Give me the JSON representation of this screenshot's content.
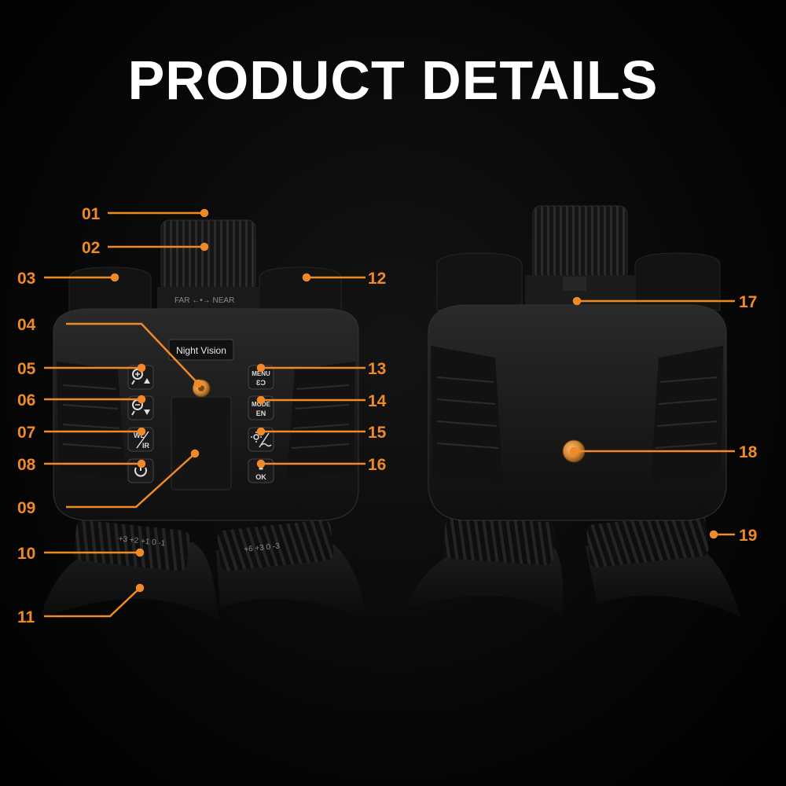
{
  "title": "PRODUCT DETAILS",
  "accent_color": "#f08a28",
  "front_view": {
    "label_plate": "Night Vision",
    "focus_scale": "FAR ←•→ NEAR",
    "buttons": {
      "zoom_in": {
        "icon": "zoom-in-icon"
      },
      "zoom_out": {
        "icon": "zoom-out-icon"
      },
      "wl_ir": {
        "top": "WL",
        "bottom": "IR"
      },
      "power": {
        "icon": "power-icon"
      },
      "menu": {
        "top": "MENU",
        "bottom": "ƐƆ"
      },
      "mode": {
        "top": "MODE",
        "bottom": "EN"
      },
      "ir_level": {
        "icon": "ir-brightness-icon"
      },
      "ok": {
        "top": "■",
        "bottom": "OK"
      }
    }
  },
  "callouts": [
    {
      "num": "01"
    },
    {
      "num": "02"
    },
    {
      "num": "03"
    },
    {
      "num": "04"
    },
    {
      "num": "05"
    },
    {
      "num": "06"
    },
    {
      "num": "07"
    },
    {
      "num": "08"
    },
    {
      "num": "09"
    },
    {
      "num": "10"
    },
    {
      "num": "11"
    },
    {
      "num": "12"
    },
    {
      "num": "13"
    },
    {
      "num": "14"
    },
    {
      "num": "15"
    },
    {
      "num": "16"
    },
    {
      "num": "17"
    },
    {
      "num": "18"
    },
    {
      "num": "19"
    }
  ]
}
